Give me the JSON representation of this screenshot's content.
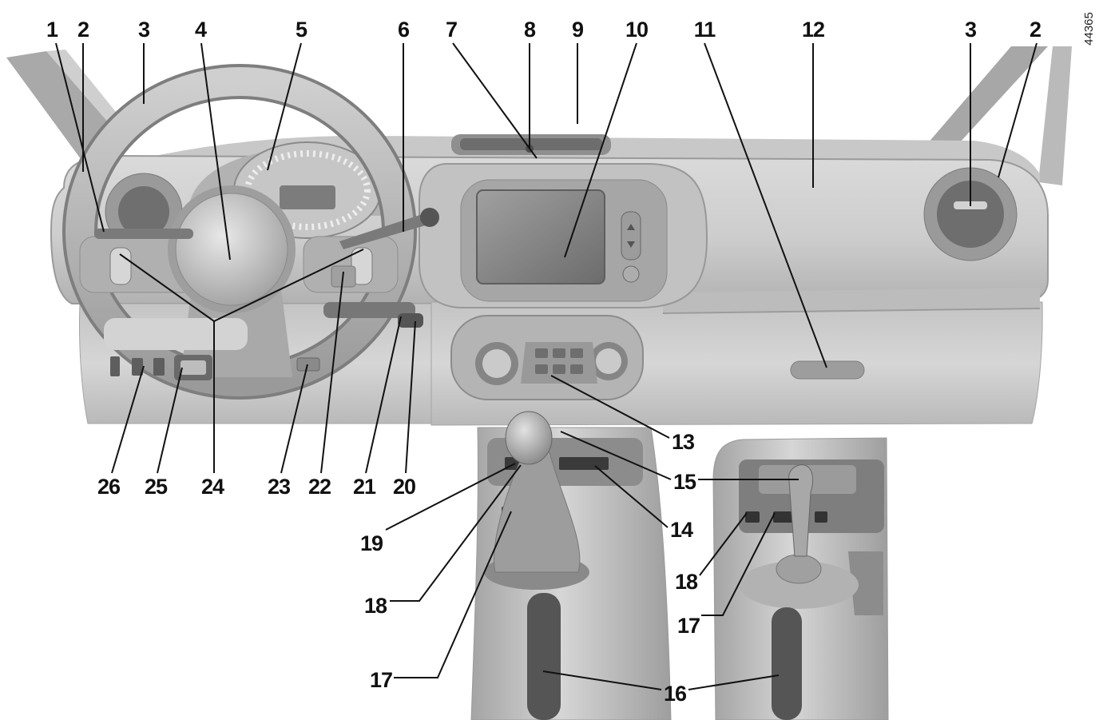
{
  "reference_number": "44365",
  "callouts": {
    "top": [
      "1",
      "2",
      "3",
      "4",
      "5",
      "6",
      "7",
      "8",
      "9",
      "10",
      "11",
      "12",
      "3",
      "2"
    ],
    "bottom": [
      "26",
      "25",
      "24",
      "23",
      "22",
      "21",
      "20"
    ],
    "console": [
      "13",
      "15",
      "14",
      "19",
      "18",
      "17",
      "16"
    ],
    "inset": [
      "18",
      "17"
    ]
  }
}
